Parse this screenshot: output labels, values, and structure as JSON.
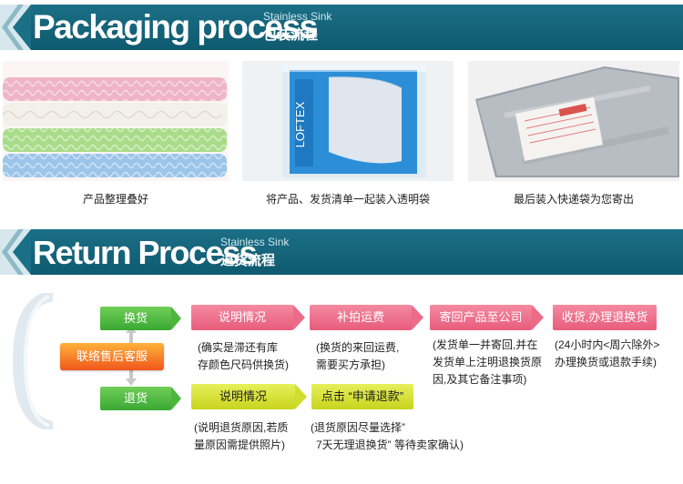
{
  "packaging": {
    "title": "Packaging process",
    "sub_en": "Stainless Sink",
    "sub_cn": "包装流程",
    "captions": [
      "产品整理叠好",
      "将产品、发货清单一起装入透明袋",
      "最后装入快递袋为您寄出"
    ],
    "bag_brand": "LOFTEX"
  },
  "returns": {
    "title": "Return Process",
    "sub_en": "Stainless Sink",
    "sub_cn": "退货流程",
    "contact": "联络售后客服",
    "exchange": {
      "label": "换货",
      "steps": [
        "说明情况",
        "补拍运费",
        "寄回产品至公司",
        "收货,办理退换货"
      ],
      "notes": [
        [
          "(确实是滞还有库",
          "存颜色尺码供换货)"
        ],
        [
          "(换货的来回运费,",
          "需要买方承担)"
        ],
        [
          "(发货单一并寄回,并在",
          "发货单上注明退换货原",
          "因,及其它备注事项)"
        ],
        [
          "(24小时内<周六除外>",
          "办理换货或退款手续)"
        ]
      ]
    },
    "refund": {
      "label": "退货",
      "steps": [
        "说明情况",
        "点击 “申请退款”"
      ],
      "notes": [
        [
          "(说明退货原因,若质",
          "量原因需提供照片)"
        ],
        [
          "(退货原因尽量选择”",
          "7天无理退换货” 等待卖家确认)"
        ]
      ]
    }
  }
}
